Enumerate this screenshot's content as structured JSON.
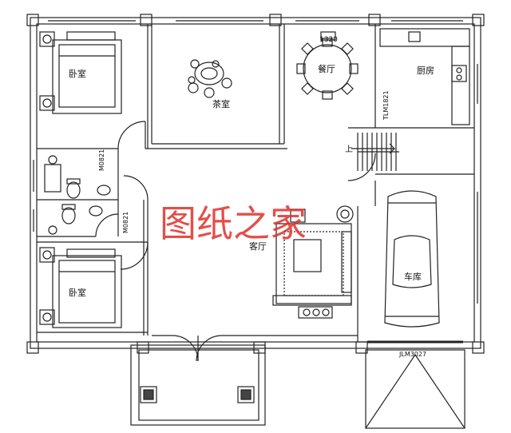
{
  "rooms": {
    "bedroom_top": "卧室",
    "bedroom_bottom": "卧室",
    "tea_room": "茶室",
    "dining": "餐厅",
    "kitchen": "厨房",
    "living": "客厅",
    "garage": "车库"
  },
  "codes": {
    "dining_window": "1320",
    "kitchen_door": "TLM1821",
    "bath_door_upper": "M0821",
    "bath_door_lower": "M0821",
    "garage_door": "JLM3027"
  },
  "stair_label": "上",
  "watermark": "图纸之家"
}
